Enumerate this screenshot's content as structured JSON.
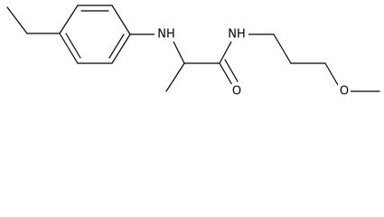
{
  "molecule": {
    "atoms": {
      "amine_n": "NH",
      "amide_n": "NH",
      "carbonyl_o": "O",
      "ether_o": "O"
    }
  }
}
